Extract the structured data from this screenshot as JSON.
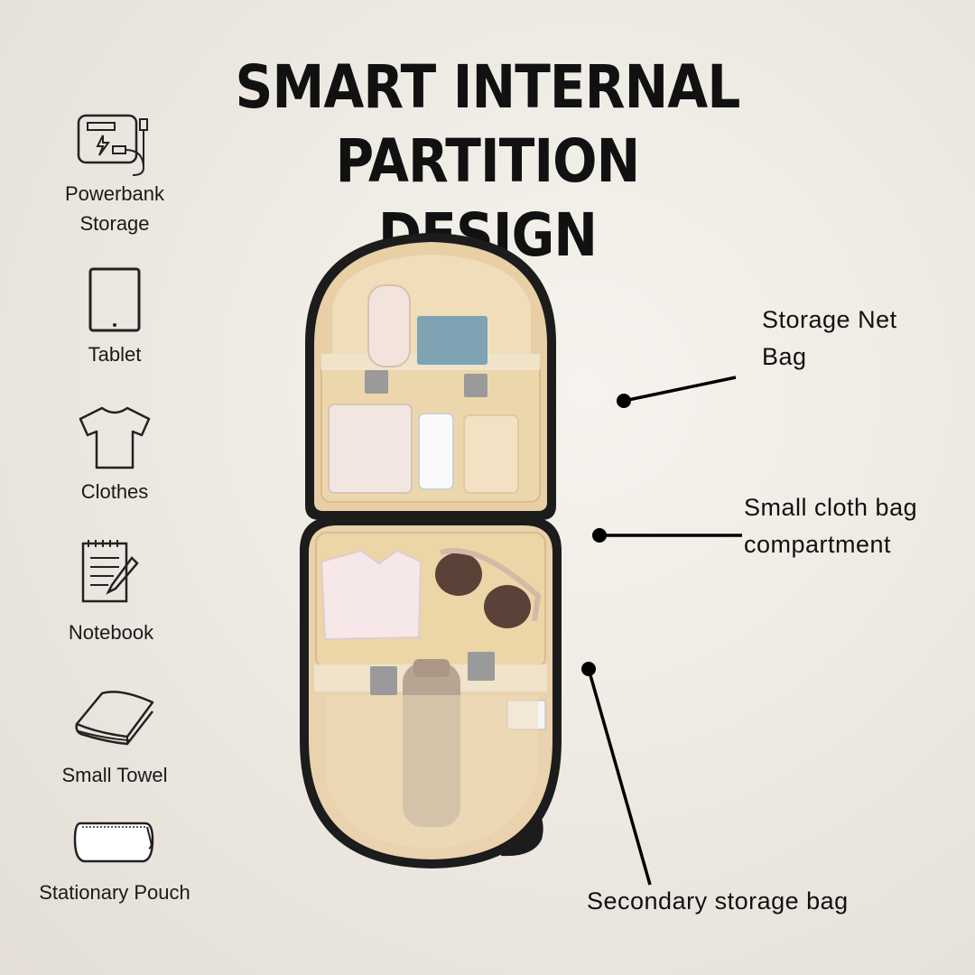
{
  "title": {
    "line1": "SMART INTERNAL",
    "line2": "PARTITION DESIGN"
  },
  "features": [
    {
      "label_line1": "Powerbank",
      "label_line2": "Storage",
      "icon": "powerbank-icon"
    },
    {
      "label_line1": "Tablet",
      "icon": "tablet-icon"
    },
    {
      "label_line1": "Clothes",
      "icon": "tshirt-icon"
    },
    {
      "label_line1": "Notebook",
      "icon": "notebook-icon"
    },
    {
      "label_line1": "Small Towel",
      "icon": "towel-icon"
    },
    {
      "label_line1": "Stationary Pouch",
      "icon": "pouch-icon"
    }
  ],
  "callouts": {
    "storage_net_line1": "Storage Net",
    "storage_net_line2": "Bag",
    "cloth_bag_line1": "Small cloth bag",
    "cloth_bag_line2": "compartment",
    "secondary": "Secondary storage bag"
  },
  "colors": {
    "background": "#ece8e1",
    "text": "#111111",
    "bag_shell": "#1c1c1c",
    "bag_lining": "#e9d3b0",
    "mesh": "#ead4aa"
  }
}
